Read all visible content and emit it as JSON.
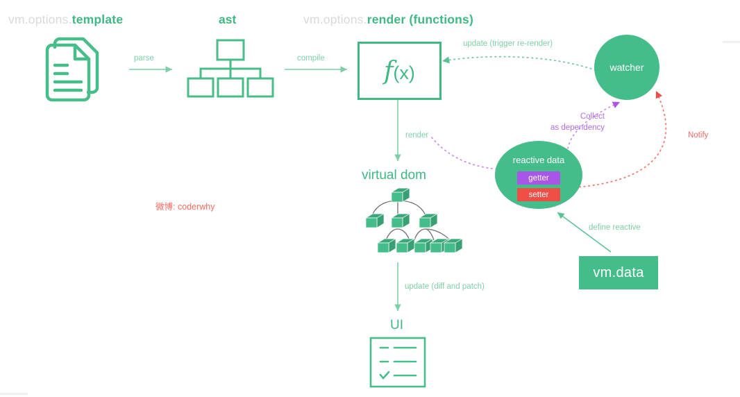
{
  "diagram": {
    "title_template_prefix": "vm.options.",
    "title_template_highlight": "template",
    "title_ast": "ast",
    "title_render_prefix": "vm.options.",
    "title_render_highlight": "render (functions)",
    "watermark": "微博: coderwhy"
  },
  "nodes": {
    "fx_f": "f",
    "fx_args": "(x)",
    "virtual_dom": "virtual dom",
    "ui": "UI",
    "watcher": "watcher",
    "reactive_data": "reactive data",
    "getter": "getter",
    "setter": "setter",
    "vm_data": "vm.data"
  },
  "edges": {
    "parse": "parse",
    "compile": "compile",
    "render": "render",
    "update_diff_patch": "update (diff and patch)",
    "update_trigger_rerender": "update (trigger re-render)",
    "collect_line1": "Collect",
    "collect_line2": "as dependency",
    "notify": "Notify",
    "define_reactive": "define reactive"
  },
  "colors": {
    "green": "#3fb884",
    "green_fill": "#45bd8a",
    "green_light": "#7ecfa8",
    "purple": "#a855e8",
    "purple_label": "#b06ce0",
    "red": "#ef4e47",
    "red_label": "#ef6a62",
    "gray_dim": "#d9d9d9",
    "cube_fill": "#45bd8a",
    "cube_edge": "#6e6e6e",
    "background": "#ffffff"
  }
}
